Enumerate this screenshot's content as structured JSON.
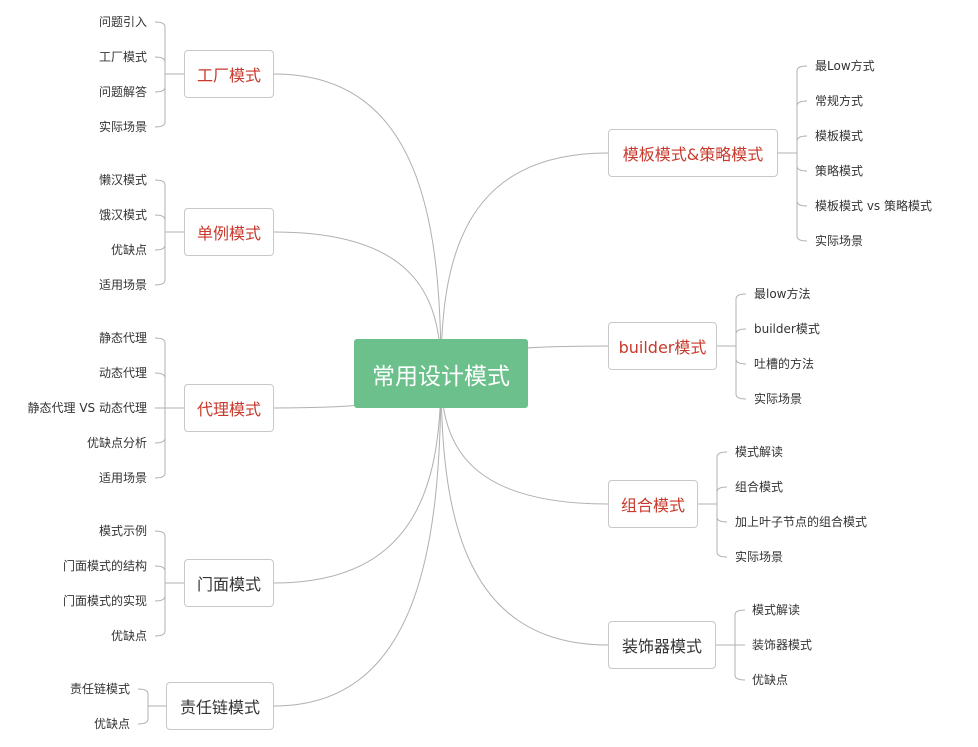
{
  "colors": {
    "root_bg": "#6cc08b",
    "accent_red": "#c8392b",
    "dark_text": "#333333",
    "line": "#b0b0b0"
  },
  "root": {
    "label": "常用设计模式"
  },
  "branches": {
    "factory": {
      "label": "工厂模式",
      "children": [
        "问题引入",
        "工厂模式",
        "问题解答",
        "实际场景"
      ]
    },
    "singleton": {
      "label": "单例模式",
      "children": [
        "懒汉模式",
        "饿汉模式",
        "优缺点",
        "适用场景"
      ]
    },
    "proxy": {
      "label": "代理模式",
      "children": [
        "静态代理",
        "动态代理",
        "静态代理 VS 动态代理",
        "优缺点分析",
        "适用场景"
      ]
    },
    "facade": {
      "label": "门面模式",
      "children": [
        "模式示例",
        "门面模式的结构",
        "门面模式的实现",
        "优缺点"
      ]
    },
    "chain": {
      "label": "责任链模式",
      "children": [
        "责任链模式",
        "优缺点"
      ]
    },
    "template": {
      "label": "模板模式&策略模式",
      "children": [
        "最Low方式",
        "常规方式",
        "模板模式",
        "策略模式",
        "模板模式 vs 策略模式",
        "实际场景"
      ]
    },
    "builder": {
      "label": "builder模式",
      "children": [
        "最low方法",
        "builder模式",
        "吐槽的方法",
        "实际场景"
      ]
    },
    "composite": {
      "label": "组合模式",
      "children": [
        "模式解读",
        "组合模式",
        "加上叶子节点的组合模式",
        "实际场景"
      ]
    },
    "decorator": {
      "label": "装饰器模式",
      "children": [
        "模式解读",
        "装饰器模式",
        "优缺点"
      ]
    }
  }
}
